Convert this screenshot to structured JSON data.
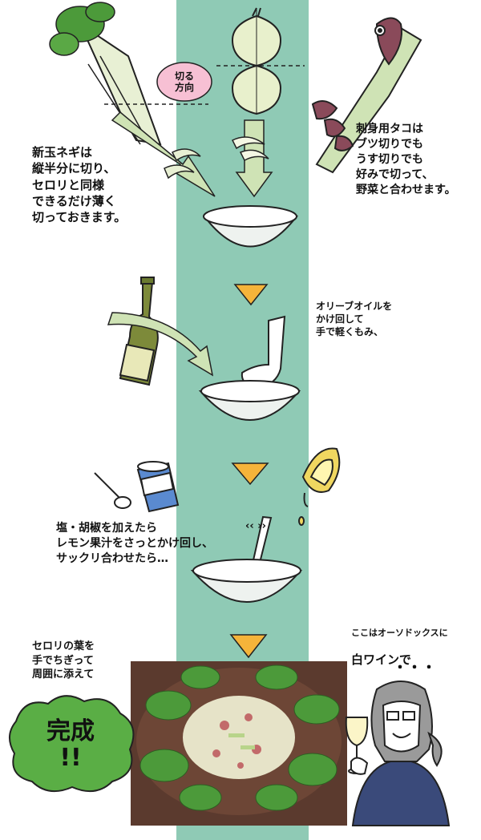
{
  "labels": {
    "cut_direction": "切る\n方向",
    "step_onion": "新玉ネギは\n縦半分に切り、\nセロリと同様\nできるだけ薄く\n切っておきます。",
    "step_octopus": "刺身用タコは\nブツ切りでも\nうす切りでも\n好みで切って、\n野菜と合わせます。",
    "step_oil": "オリーブオイルを\nかけ回して\n手で軽くもみ、",
    "step_salt": "塩・胡椒を加えたら\nレモン果汁をさっとかけ回し、\nサックリ合わせたら…",
    "step_leaves": "セロリの葉を\n手でちぎって\n周囲に添えて",
    "finish": "完成\n!!",
    "wine_line1": "ここはオーソドックスに",
    "wine_line2": "白ワインで",
    "wine_dots": "・・・",
    "mix_marks": "‹‹ ››"
  },
  "colors": {
    "center_strip": "#8fcab5",
    "arrow_green": "#cfe3b5",
    "arrow_orange": "#f5b43a",
    "bowl_fill": "#eef2ef",
    "leaf_green": "#4c9a3a",
    "celery": "#c9dba4",
    "bottle": "#d8d898",
    "octopus": "#8a4a5a",
    "lemon": "#f0d760",
    "plate": "#5b3a2e"
  },
  "icons": [
    "celery-icon",
    "onion-icon",
    "octopus-icon",
    "bowl-icon",
    "oil-bottle-icon",
    "hand-icon",
    "spoon-icon",
    "salt-shaker-icon",
    "lemon-icon",
    "mixing-spoon-icon",
    "salad-photo",
    "person-icon",
    "wine-glass-icon"
  ]
}
